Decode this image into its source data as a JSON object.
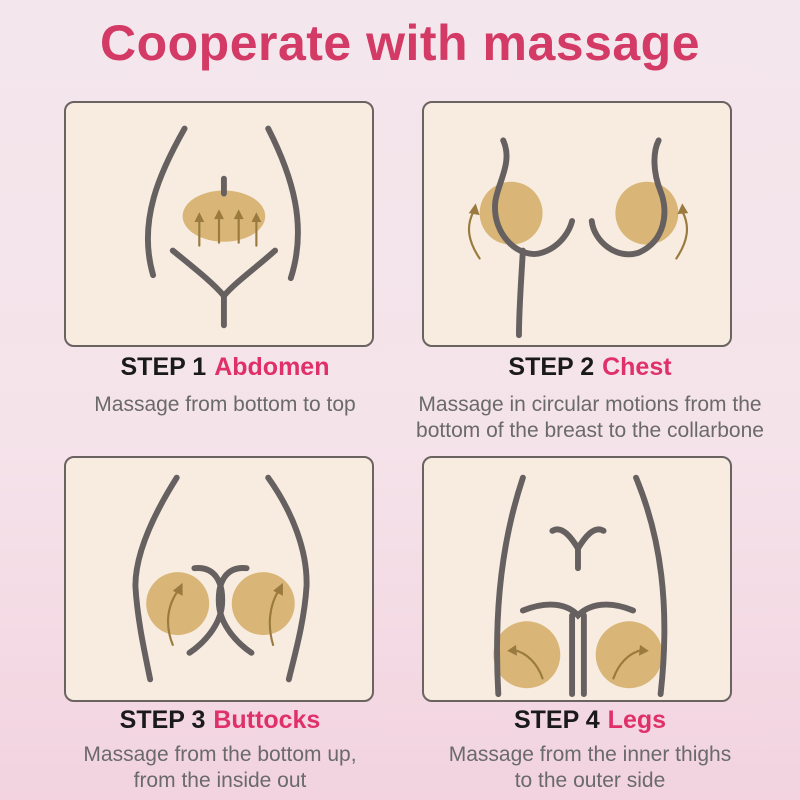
{
  "title": "Cooperate with massage",
  "steps": [
    {
      "number": "STEP 1",
      "part": "Abdomen",
      "description": [
        "Massage from bottom to top"
      ]
    },
    {
      "number": "STEP 2",
      "part": "Chest",
      "description": [
        "Massage in circular motions from the",
        "bottom of the breast to the collarbone"
      ]
    },
    {
      "number": "STEP 3",
      "part": "Buttocks",
      "description": [
        "Massage from the bottom up,",
        "from the inside out"
      ]
    },
    {
      "number": "STEP 4",
      "part": "Legs",
      "description": [
        "Massage from the inner thighs",
        "to the outer side"
      ]
    }
  ],
  "colors": {
    "title": "#d33a65",
    "part": "#e0306a",
    "zone": "#d4ad66",
    "panel": "#f7ecdf"
  },
  "icons": [
    "abdomen-illustration",
    "chest-illustration",
    "buttocks-illustration",
    "legs-illustration"
  ]
}
